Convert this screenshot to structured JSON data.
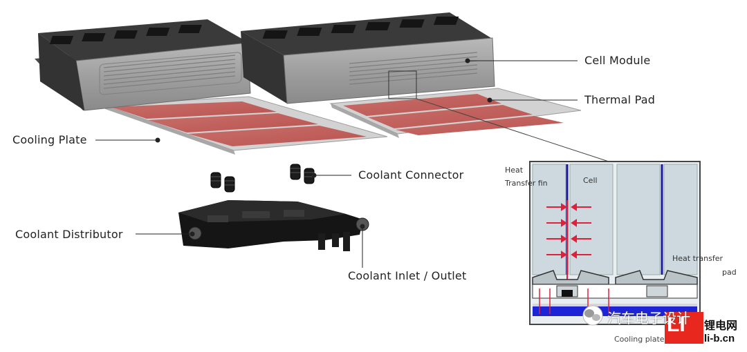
{
  "labels": {
    "cell_module": "Cell Module",
    "thermal_pad": "Thermal Pad",
    "cooling_plate": "Cooling Plate",
    "coolant_connector": "Coolant Connector",
    "coolant_distributor": "Coolant Distributor",
    "coolant_inlet_outlet": "Coolant Inlet / Outlet"
  },
  "detail": {
    "heat_transfer_fin_line1": "Heat",
    "heat_transfer_fin_line2": "Transfer fin",
    "cell": "Cell",
    "heat_transfer_pad_line1": "Heat transfer",
    "heat_transfer_pad_line2": "pad",
    "cooling_plate": "Cooling plate"
  },
  "watermark": {
    "wechat_text": "汽车电子设计",
    "site_name": "锂电网",
    "site_url": "li-b.cn",
    "logo_letters": "LI"
  },
  "colors": {
    "thermal_pad": "#c8625f",
    "cooling_plate": "#c9c9c9",
    "module_metal": "#9a9a9a",
    "arrow_red": "#e0203a",
    "fin_blue": "#1a1aa0",
    "coolant_blue": "#1d24d6",
    "logo_red": "#e8281e"
  }
}
